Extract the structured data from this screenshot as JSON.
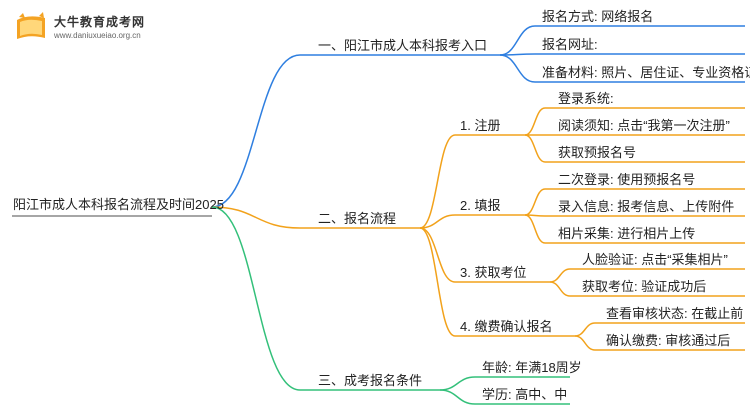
{
  "logo": {
    "title": "大牛教育成考网",
    "url": "www.daniuxueiao.org.cn"
  },
  "colors": {
    "blue": "#2f7fe0",
    "orange": "#f2a21b",
    "green": "#33c07a"
  },
  "root": "阳江市成人本科报名流程及时间2025",
  "branches": [
    {
      "label": "一、阳江市成人本科报考入口",
      "children": [
        {
          "label": "报名方式: 网络报名"
        },
        {
          "label": "报名网址:"
        },
        {
          "label": "准备材料: 照片、居住证、专业资格证"
        }
      ]
    },
    {
      "label": "二、报名流程",
      "children": [
        {
          "label": "1. 注册",
          "children": [
            "登录系统:",
            "阅读须知: 点击“我第一次注册”",
            "获取预报名号"
          ]
        },
        {
          "label": "2. 填报",
          "children": [
            "二次登录: 使用预报名号",
            "录入信息: 报考信息、上传附件",
            "相片采集: 进行相片上传"
          ]
        },
        {
          "label": "3. 获取考位",
          "children": [
            "人脸验证: 点击“采集相片”",
            "获取考位: 验证成功后"
          ]
        },
        {
          "label": "4. 缴费确认报名",
          "children": [
            "查看审核状态: 在截止前",
            "确认缴费: 审核通过后"
          ]
        }
      ]
    },
    {
      "label": "三、成考报名条件",
      "children": [
        {
          "label": "年龄: 年满18周岁"
        },
        {
          "label": "学历: 高中、中"
        }
      ]
    }
  ]
}
